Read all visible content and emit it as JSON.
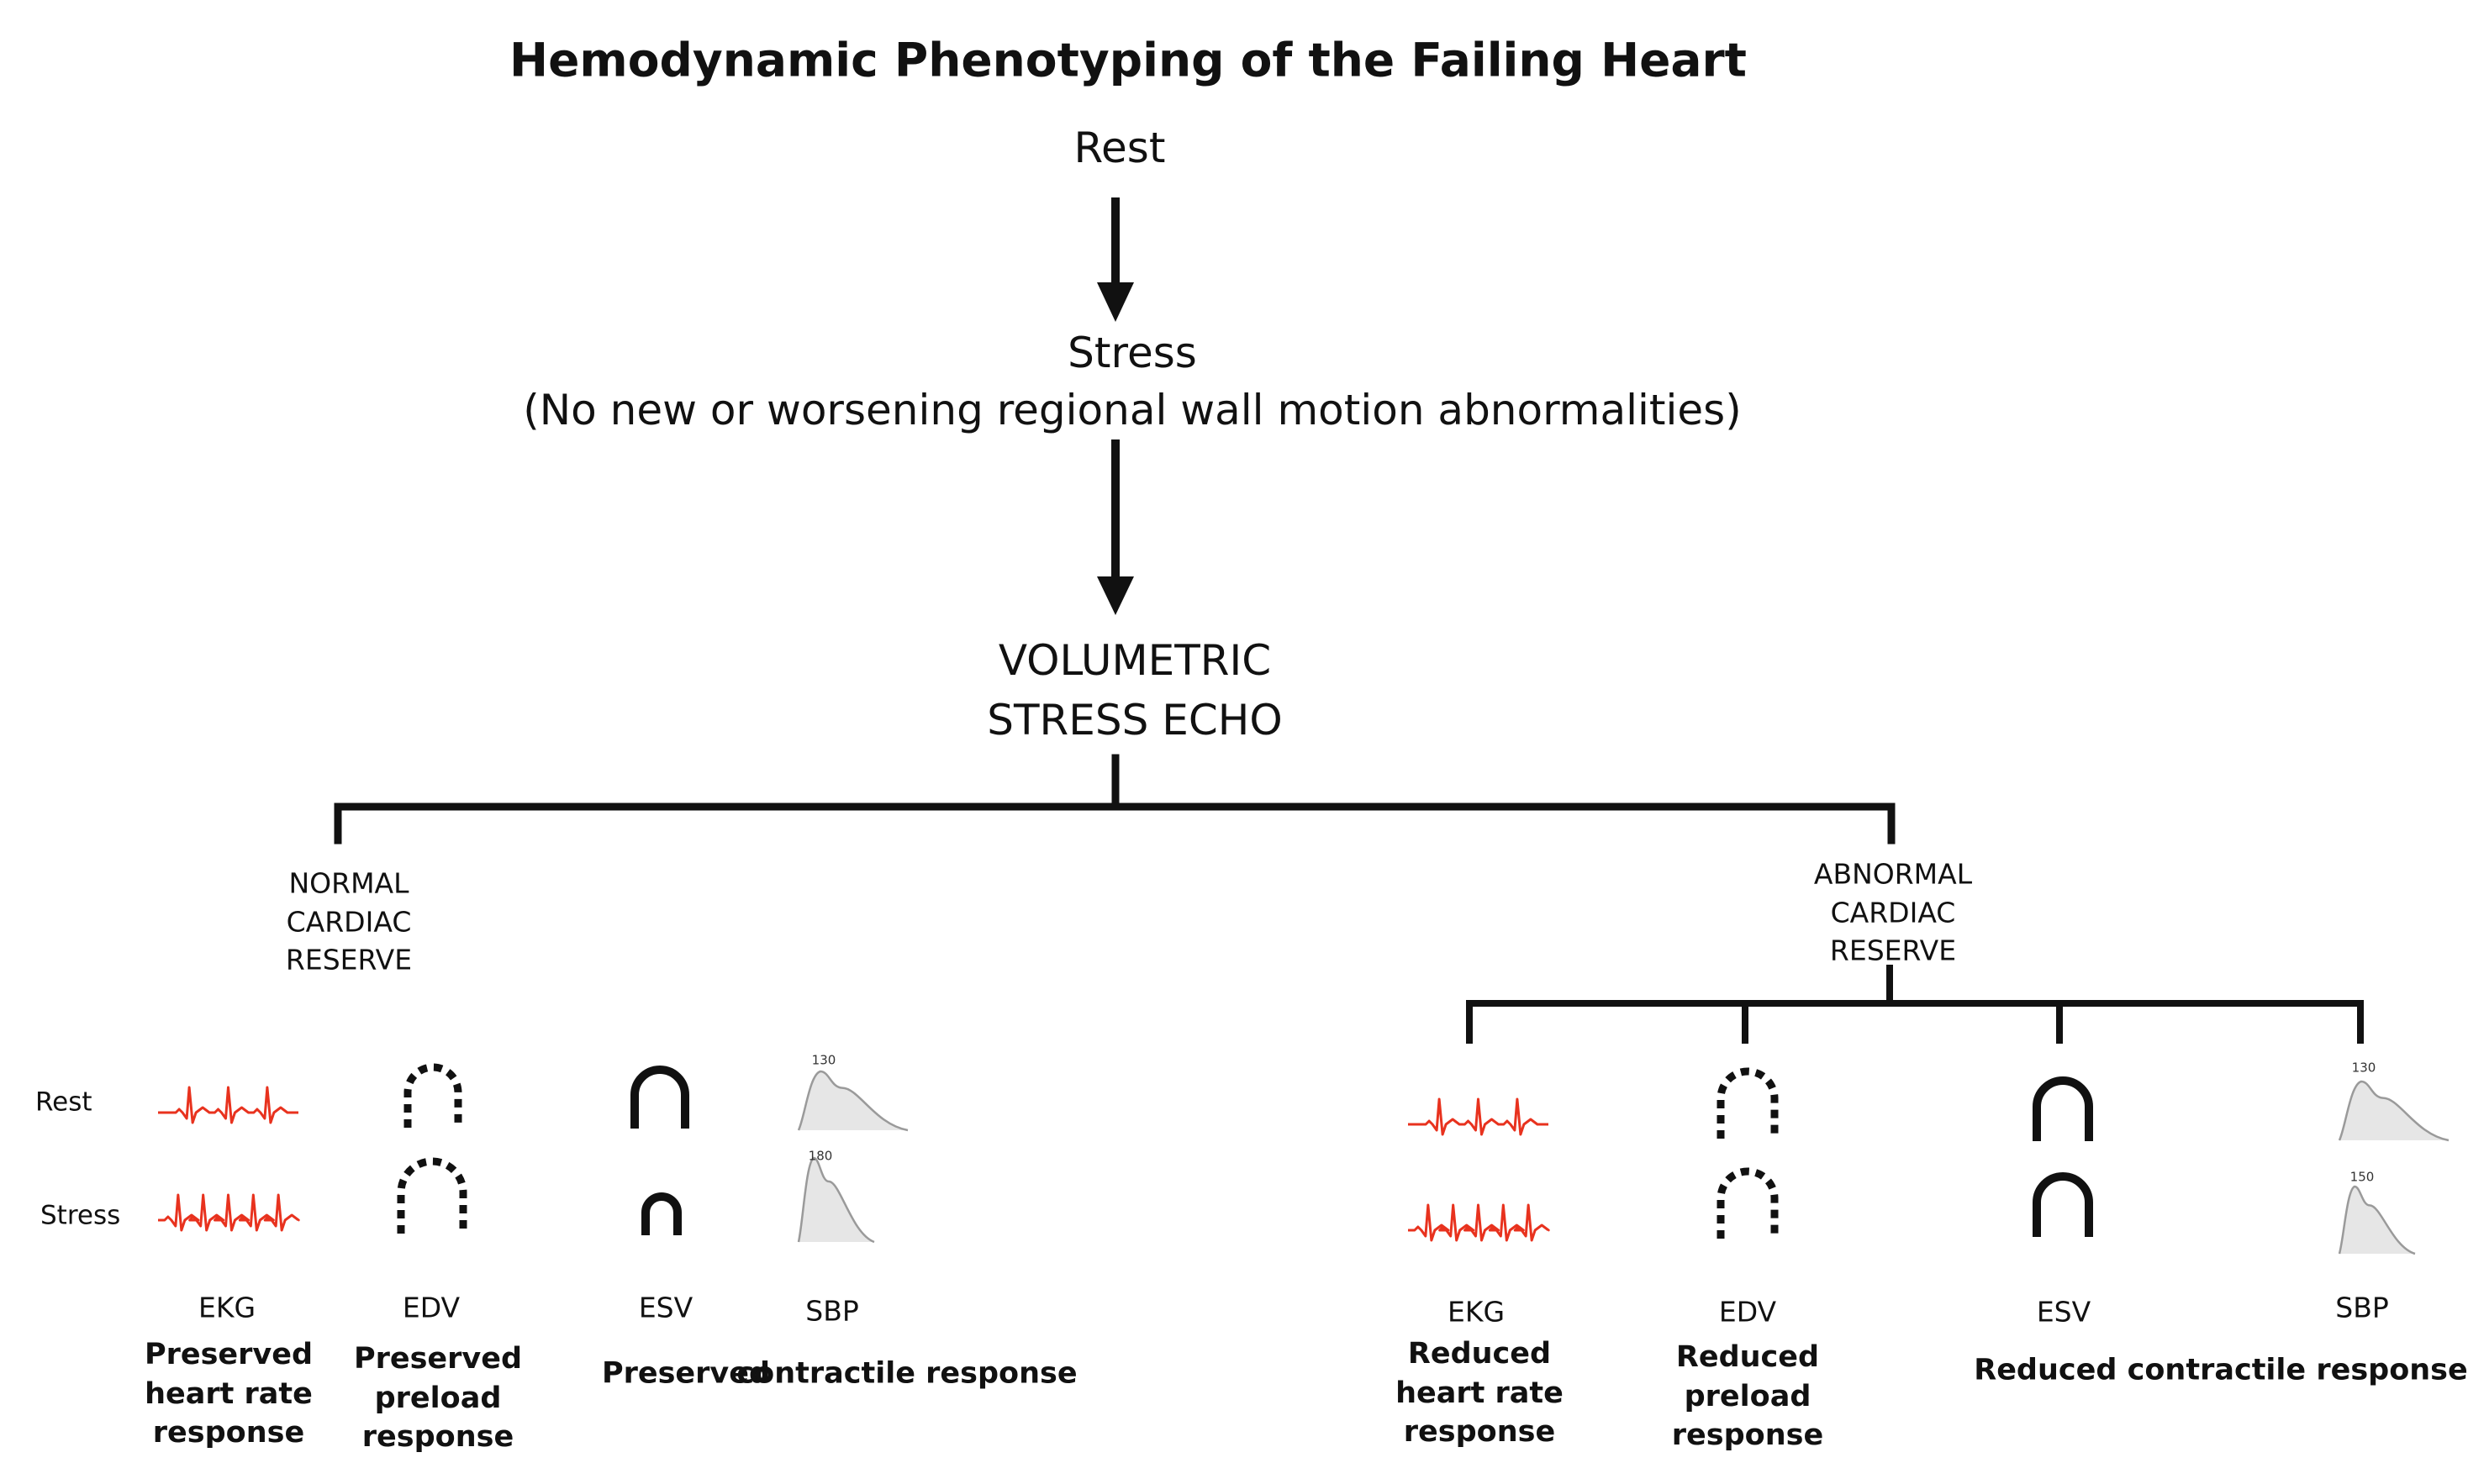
{
  "title": "Hemodynamic Phenotyping of the Failing Heart",
  "flow": {
    "rest": "Rest",
    "stress": "Stress",
    "stress_note": "(No new or worsening regional wall motion abnormalities)",
    "test_line1": "VOLUMETRIC",
    "test_line2": "STRESS ECHO"
  },
  "normal": {
    "category": [
      "NORMAL",
      "CARDIAC",
      "RESERVE"
    ],
    "row_labels": {
      "rest": "Rest",
      "stress": "Stress"
    },
    "metrics": {
      "ekg": "EKG",
      "edv": "EDV",
      "esv": "ESV",
      "sbp": "SBP"
    },
    "sbp_values": {
      "rest": "130",
      "stress": "180"
    },
    "responses": {
      "heart_rate": [
        "Preserved",
        "heart rate",
        "response"
      ],
      "preload": [
        "Preserved",
        "preload",
        "response"
      ],
      "contractile_a": "Preserved",
      "contractile_b": "contractile response"
    }
  },
  "abnormal": {
    "category": [
      "ABNORMAL",
      "CARDIAC",
      "RESERVE"
    ],
    "metrics": {
      "ekg": "EKG",
      "edv": "EDV",
      "esv": "ESV",
      "sbp": "SBP"
    },
    "sbp_values": {
      "rest": "130",
      "stress": "150"
    },
    "responses": {
      "heart_rate": [
        "Reduced",
        "heart rate",
        "response"
      ],
      "preload": [
        "Reduced",
        "preload",
        "response"
      ],
      "contractile": "Reduced contractile response"
    }
  },
  "colors": {
    "line": "#111111",
    "ekg": "#e8321e",
    "sbp_fill": "#e6e6e6",
    "sbp_stroke": "#9a9a9a"
  }
}
